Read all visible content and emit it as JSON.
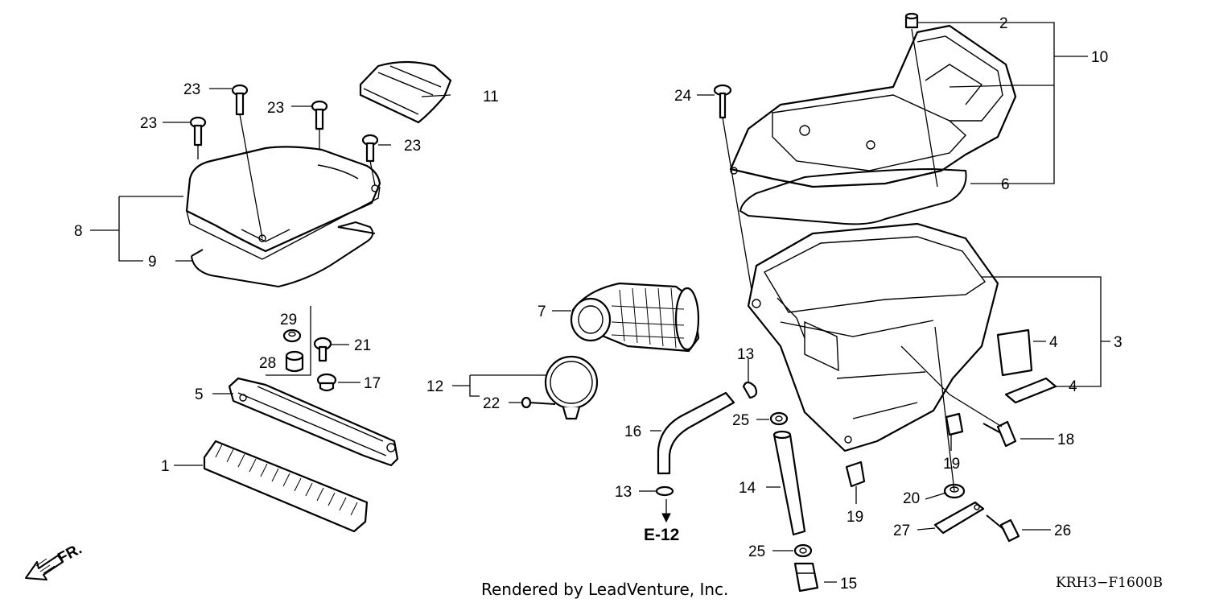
{
  "callouts": [
    {
      "id": "1",
      "text": "1"
    },
    {
      "id": "2",
      "text": "2"
    },
    {
      "id": "3",
      "text": "3"
    },
    {
      "id": "4a",
      "text": "4"
    },
    {
      "id": "4b",
      "text": "4"
    },
    {
      "id": "5",
      "text": "5"
    },
    {
      "id": "6",
      "text": "6"
    },
    {
      "id": "7",
      "text": "7"
    },
    {
      "id": "8",
      "text": "8"
    },
    {
      "id": "9",
      "text": "9"
    },
    {
      "id": "10",
      "text": "10"
    },
    {
      "id": "11",
      "text": "11"
    },
    {
      "id": "12",
      "text": "12"
    },
    {
      "id": "13a",
      "text": "13"
    },
    {
      "id": "13b",
      "text": "13"
    },
    {
      "id": "14",
      "text": "14"
    },
    {
      "id": "15",
      "text": "15"
    },
    {
      "id": "16",
      "text": "16"
    },
    {
      "id": "17",
      "text": "17"
    },
    {
      "id": "18",
      "text": "18"
    },
    {
      "id": "19a",
      "text": "19"
    },
    {
      "id": "19b",
      "text": "19"
    },
    {
      "id": "20",
      "text": "20"
    },
    {
      "id": "21",
      "text": "21"
    },
    {
      "id": "22",
      "text": "22"
    },
    {
      "id": "23a",
      "text": "23"
    },
    {
      "id": "23b",
      "text": "23"
    },
    {
      "id": "23c",
      "text": "23"
    },
    {
      "id": "23d",
      "text": "23"
    },
    {
      "id": "24",
      "text": "24"
    },
    {
      "id": "25a",
      "text": "25"
    },
    {
      "id": "25b",
      "text": "25"
    },
    {
      "id": "26",
      "text": "26"
    },
    {
      "id": "27",
      "text": "27"
    },
    {
      "id": "28",
      "text": "28"
    },
    {
      "id": "29",
      "text": "29"
    }
  ],
  "reference": "E-12",
  "direction_label": "FR.",
  "footer": "Rendered by LeadVenture, Inc.",
  "diagram_code": "KRH3−F1600B"
}
